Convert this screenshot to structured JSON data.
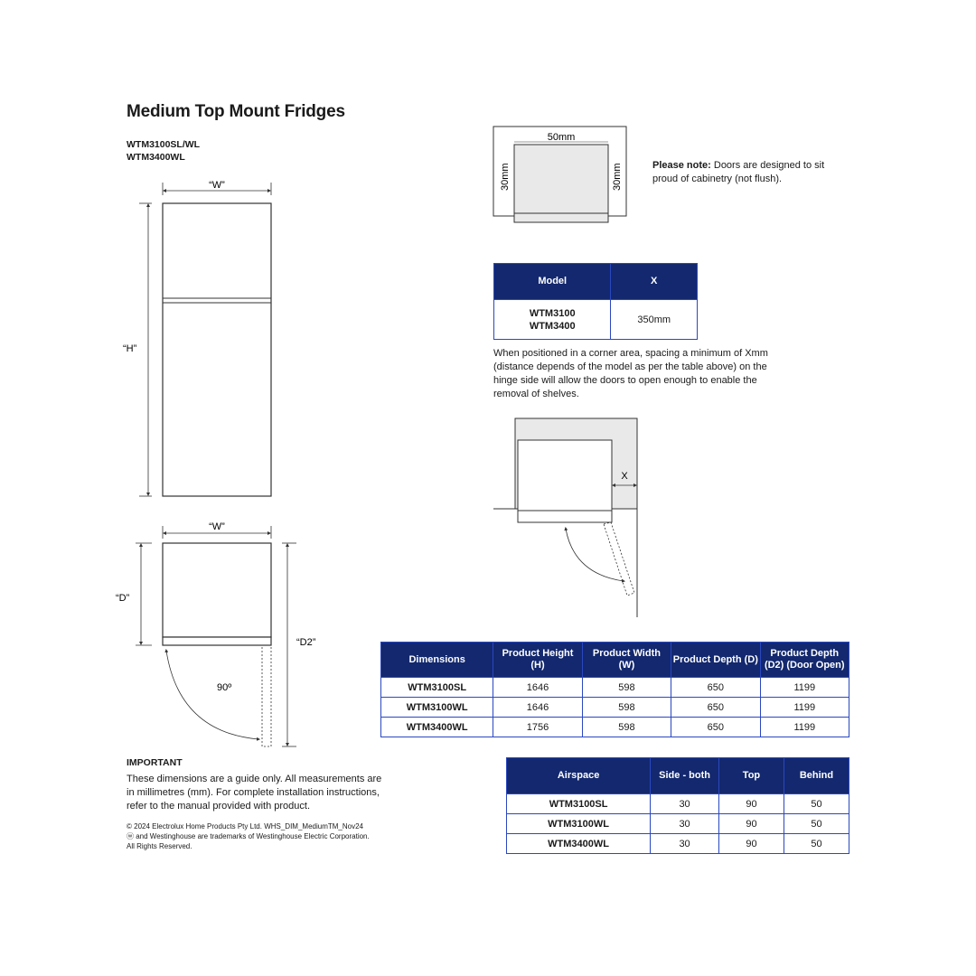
{
  "title": "Medium Top Mount Fridges",
  "models": [
    "WTM3100SL/WL",
    "WTM3400WL"
  ],
  "front_view": {
    "width_label": "“W”",
    "height_label": "“H”"
  },
  "side_view": {
    "width_label": "“W”",
    "depth_label": "“D”",
    "depth_open_label": "“D2”",
    "angle_label": "90º"
  },
  "top_diagram": {
    "top_gap": "50mm",
    "left_gap": "30mm",
    "right_gap": "30mm"
  },
  "note": {
    "bold": "Please note:",
    "text": " Doors are designed to sit proud of cabinetry (not flush)."
  },
  "model_table": {
    "headers": [
      "Model",
      "X"
    ],
    "rows": [
      {
        "models": [
          "WTM3100",
          "WTM3400"
        ],
        "x": "350mm"
      }
    ]
  },
  "corner_text": "When positioned in a corner  area, spacing a minimum of Xmm (distance depends of the model as per the table above) on the hinge side will allow the doors to open enough to enable the removal of shelves.",
  "corner_diagram": {
    "x_label": "X"
  },
  "dimensions_table": {
    "headers": [
      "Dimensions",
      "Product Height (H)",
      "Product Width (W)",
      "Product Depth (D)",
      "Product Depth (D2) (Door Open)"
    ],
    "rows": [
      [
        "WTM3100SL",
        "1646",
        "598",
        "650",
        "1199"
      ],
      [
        "WTM3100WL",
        "1646",
        "598",
        "650",
        "1199"
      ],
      [
        "WTM3400WL",
        "1756",
        "598",
        "650",
        "1199"
      ]
    ]
  },
  "airspace_table": {
    "headers": [
      "Airspace",
      "Side - both",
      "Top",
      "Behind"
    ],
    "rows": [
      [
        "WTM3100SL",
        "30",
        "90",
        "50"
      ],
      [
        "WTM3100WL",
        "30",
        "90",
        "50"
      ],
      [
        "WTM3400WL",
        "30",
        "90",
        "50"
      ]
    ]
  },
  "important": {
    "heading": "IMPORTANT",
    "text": "These dimensions are a guide only. All measurements are in millimetres (mm). For complete installation instructions, refer to the manual provided with product."
  },
  "copyright": {
    "line1": "© 2024 Electrolux Home Products Pty Ltd. WHS_DIM_MediumTM_Nov24",
    "line2": "ⓦ and Westinghouse are trademarks of Westinghouse Electric Corporation.",
    "line3": "All Rights Reserved."
  }
}
